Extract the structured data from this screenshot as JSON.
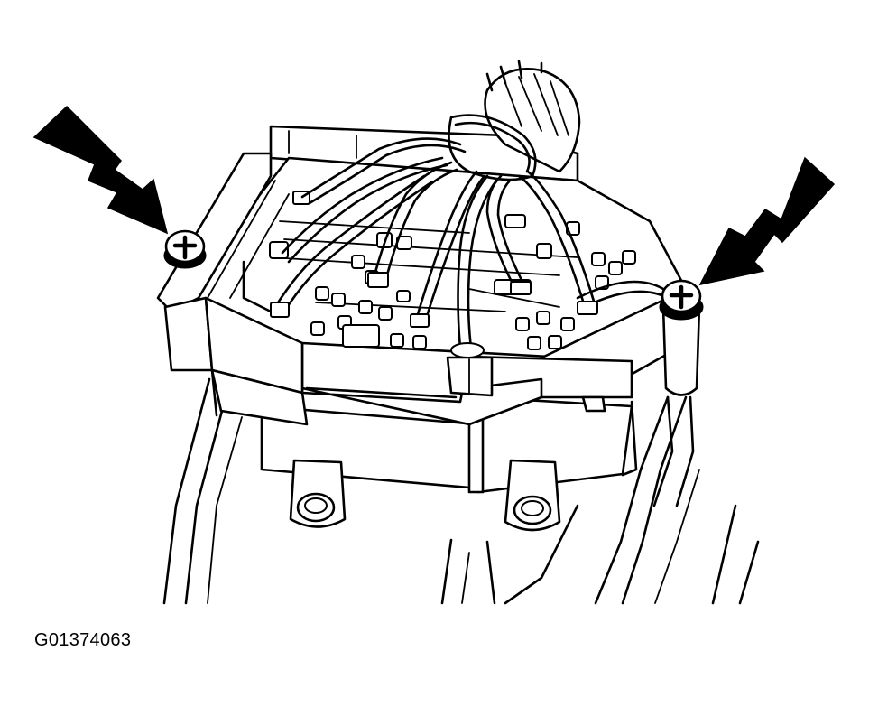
{
  "figure": {
    "id_label": "G01374063",
    "subject": "electrical-connector-module",
    "arrow_count": 2,
    "screw_count": 2
  },
  "colors": {
    "line": "#000000",
    "background": "#ffffff"
  },
  "icons": {
    "left_pointer": "arrow-icon",
    "right_pointer": "arrow-icon",
    "left_fastener": "screw-icon",
    "right_fastener": "screw-icon"
  }
}
